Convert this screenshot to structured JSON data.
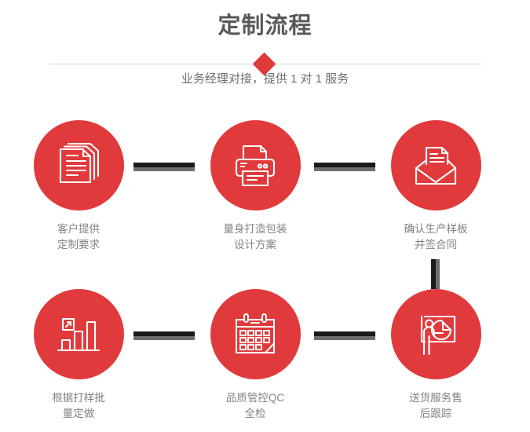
{
  "header": {
    "title": "定制流程",
    "subtitle": "业务经理对接，提供 1 对 1 服务",
    "accent_color": "#e03a3c",
    "title_color": "#58595b",
    "subtitle_color": "#6d6e71",
    "divider_color": "#d8d8d8"
  },
  "flow": {
    "connector_color": "#1a1a1a",
    "connector_shadow_color": "#6d6e71",
    "caption_color": "#808285",
    "circle_color": "#e03a3c",
    "steps": [
      {
        "index": "1",
        "icon": "documents-stack-icon",
        "caption": "客户提供\n定制要求",
        "line1": "客户提供",
        "line2": "定制要求"
      },
      {
        "index": "2",
        "icon": "printer-icon",
        "caption": "量身打造包装\n设计方案",
        "line1": "量身打造包装",
        "line2": "设计方案"
      },
      {
        "index": "3",
        "icon": "envelope-document-icon",
        "caption": "确认生产样板\n并签合同",
        "line1": "确认生产样板",
        "line2": "并签合同"
      },
      {
        "index": "4",
        "icon": "bar-chart-growth-icon",
        "caption": "根据打样批\n量定做",
        "line1": "根据打样批",
        "line2": "量定做"
      },
      {
        "index": "5",
        "icon": "calendar-icon",
        "caption": "品质管控QC\n全检",
        "line1": "品质管控QC",
        "line2": "全检"
      },
      {
        "index": "6",
        "icon": "presenter-piechart-icon",
        "caption": "送货服务售\n后跟踪",
        "line1": "送货服务售",
        "line2": "后跟踪"
      }
    ]
  }
}
